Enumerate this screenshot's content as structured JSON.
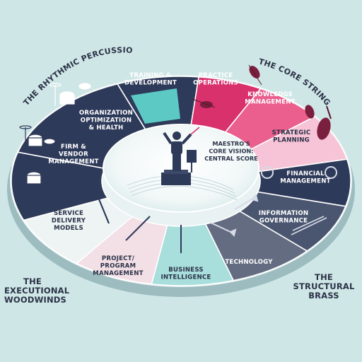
{
  "groups": {
    "rhythmic_percussion": "THE RHYTHMIC PERCUSSION",
    "core_strings": "THE CORE STRINGS",
    "executional_woodwinds": [
      "THE",
      "EXECUTIONAL",
      "WOODWINDS"
    ],
    "structural_brass": [
      "THE",
      "STRUCTURAL",
      "BRASS"
    ]
  },
  "center": {
    "lines": [
      "MAESTRO'S",
      "CORE VISION:",
      "CENTRAL SCORE"
    ]
  },
  "segments": [
    {
      "id": "training",
      "lines": [
        "TRAINING &",
        "DEVELOPMENT"
      ],
      "color": "#2e3a59",
      "text_color": "#ffffff"
    },
    {
      "id": "practice",
      "lines": [
        "PRACTICE",
        "OPERATIONS"
      ],
      "color": "#d8316c",
      "text_color": "#ffffff"
    },
    {
      "id": "knowledge",
      "lines": [
        "KNOWLEDGE",
        "MANAGEMENT"
      ],
      "color": "#ea5f8e",
      "text_color": "#ffffff"
    },
    {
      "id": "strategic",
      "lines": [
        "STRATEGIC",
        "PLANNING"
      ],
      "color": "#f7c3d6",
      "text_color": "#2a3247"
    },
    {
      "id": "financial",
      "lines": [
        "FINANCIAL",
        "MANAGEMENT"
      ],
      "color": "#2e3a59",
      "text_color": "#ffffff"
    },
    {
      "id": "info_gov",
      "lines": [
        "INFORMATION",
        "GOVERNANCE"
      ],
      "color": "#4a5670",
      "text_color": "#ffffff"
    },
    {
      "id": "technology",
      "lines": [
        "TECHNOLOGY"
      ],
      "color": "#646c82",
      "text_color": "#ffffff"
    },
    {
      "id": "business_intel",
      "lines": [
        "BUSINESS",
        "INTELLIGENCE"
      ],
      "color": "#a8dedb",
      "text_color": "#2a3247"
    },
    {
      "id": "project",
      "lines": [
        "PROJECT/",
        "PROGRAM",
        "MANAGEMENT"
      ],
      "color": "#f3dfe6",
      "text_color": "#2a3247"
    },
    {
      "id": "service",
      "lines": [
        "SERVICE",
        "DELIVERY",
        "MODELS"
      ],
      "color": "#eef3f4",
      "text_color": "#2a3247"
    },
    {
      "id": "firm_vendor",
      "lines": [
        "FIRM &",
        "VENDOR",
        "MANAGEMENT"
      ],
      "color": "#2e3a59",
      "text_color": "#ffffff"
    },
    {
      "id": "org_opt",
      "lines": [
        "ORGANIZATION",
        "OPTIMIZATION",
        "& HEALTH"
      ],
      "color": "#2e3a59",
      "text_color": "#ffffff"
    }
  ],
  "colors": {
    "background": "#cfe6e6",
    "navy": "#2e3a59",
    "magenta": "#d8316c",
    "teal": "#5cc9c4",
    "pink_light": "#f7c3d6"
  }
}
